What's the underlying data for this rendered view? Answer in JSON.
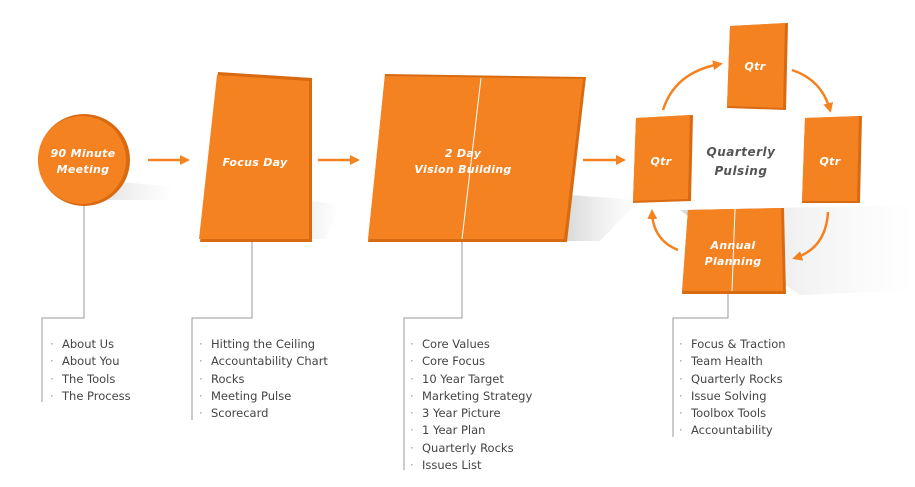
{
  "nodes": {
    "meeting": {
      "line1": "90 Minute",
      "line2": "Meeting"
    },
    "focus_day": {
      "label": "Focus Day"
    },
    "vision": {
      "line1": "2 Day",
      "line2": "Vision Building"
    },
    "qtr_left": {
      "label": "Qtr"
    },
    "qtr_top": {
      "label": "Qtr"
    },
    "qtr_right": {
      "label": "Qtr"
    },
    "annual": {
      "line1": "Annual",
      "line2": "Planning"
    },
    "center": {
      "line1": "Quarterly",
      "line2": "Pulsing"
    }
  },
  "lists": {
    "meeting": [
      "About Us",
      "About You",
      "The Tools",
      "The Process"
    ],
    "focus_day": [
      "Hitting the Ceiling",
      "Accountability Chart",
      "Rocks",
      "Meeting Pulse",
      "Scorecard"
    ],
    "vision": [
      "Core Values",
      "Core Focus",
      "10 Year Target",
      "Marketing Strategy",
      "3 Year Picture",
      "1 Year Plan",
      "Quarterly Rocks",
      "Issues List"
    ],
    "pulsing": [
      "Focus & Traction",
      "Team Health",
      "Quarterly Rocks",
      "Issue Solving",
      "Toolbox Tools",
      "Accountability"
    ]
  },
  "colors": {
    "orange": "#f58220",
    "orange_dark": "#d86a12",
    "line": "#9a9a9a",
    "text": "#444444"
  }
}
